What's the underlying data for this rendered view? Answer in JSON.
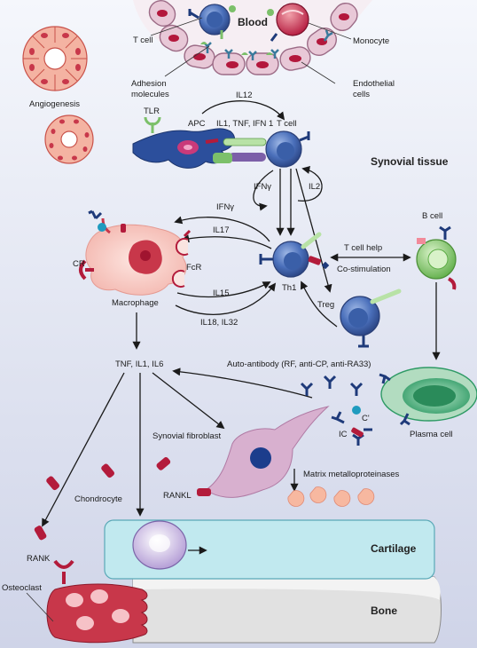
{
  "regions": {
    "blood": "Blood",
    "synovial_tissue": "Synovial tissue",
    "cartilage": "Cartilage",
    "bone": "Bone"
  },
  "labels": {
    "t_cell_blood": "T cell",
    "monocyte": "Monocyte",
    "angiogenesis": "Angiogenesis",
    "adhesion_molecules": "Adhesion\nmolecules",
    "endothelial_cells": "Endothelial\ncells",
    "il12": "IL12",
    "tlr": "TLR",
    "apc": "APC",
    "il1_tnf_ifn1": "IL1, TNF, IFN 1",
    "t_cell_synovial": "T cell",
    "ifn_gamma_loop": "IFNγ",
    "il2_loop": "IL2",
    "ifn_gamma": "IFNγ",
    "il17": "IL17",
    "cr": "CR",
    "fcr": "FcR",
    "il15": "IL15",
    "il18_il32": "IL18, IL32",
    "macrophage": "Macrophage",
    "th1": "Th1",
    "t_cell_help": "T cell help",
    "co_stimulation": "Co-stimulation",
    "b_cell": "B cell",
    "treg": "Treg",
    "tnf_il1_il6": "TNF, IL1, IL6",
    "auto_antibody": "Auto-antibody (RF, anti-CP, anti-RA33)",
    "c_prime": "C'",
    "ic": "IC",
    "plasma_cell": "Plasma cell",
    "synovial_fibroblast": "Synovial fibroblast",
    "matrix_mmp": "Matrix metalloproteinases",
    "chondrocyte": "Chondrocyte",
    "rankl": "RANKL",
    "rank": "RANK",
    "osteoclast": "Osteoclast"
  },
  "colors": {
    "background_top": "#f4f6fb",
    "background_bottom": "#d3d8ea",
    "vessel_outer": "#e8c8d7",
    "vessel_nucleus": "#b3173c",
    "tcell_blue": "#3a5fa8",
    "cytokine_red": "#b31b3b",
    "green_receptor": "#7cc06a",
    "apc_dark_blue": "#2c4f9c",
    "macrophage_pink": "#f7c9c3",
    "cartilage_cyan": "#c1e9ef",
    "bone_gray": "#dcdcdc",
    "osteoclast_red": "#c8374a",
    "plasma_green": "#2e9a65",
    "fibroblast_lilac": "#d8b0cf",
    "fragment_peach": "#f7b8a0"
  }
}
